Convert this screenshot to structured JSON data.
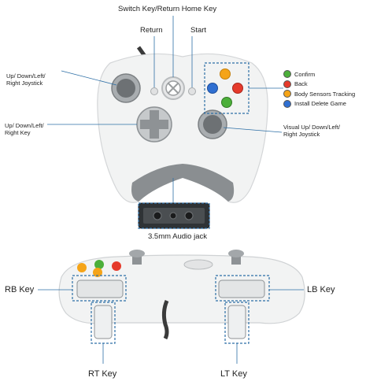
{
  "labels": {
    "switch_key": "Switch Key/Return Home Key",
    "return": "Return",
    "start": "Start",
    "left_joystick": "Up/ Down/Left/\nRight Joystick",
    "dpad": "Up/ Down/Left/\nRight Key",
    "right_joystick": "Visual Up/ Down/Left/\nRight Joystick",
    "audio_jack": "3.5mm Audio jack",
    "rb_key": "RB Key",
    "lb_key": "LB Key",
    "rt_key": "RT Key",
    "lt_key": "LT Key"
  },
  "legend": [
    {
      "label": "Confirm",
      "color": "#4caf3a"
    },
    {
      "label": "Back",
      "color": "#e53a2b"
    },
    {
      "label": "Body Sensors Tracking",
      "color": "#f5a418"
    },
    {
      "label": "Install Delete Game",
      "color": "#2f6fd1"
    }
  ],
  "colors": {
    "callout": "#2d6fa6",
    "body": "#f2f3f3",
    "grip": "#6b6f72"
  }
}
